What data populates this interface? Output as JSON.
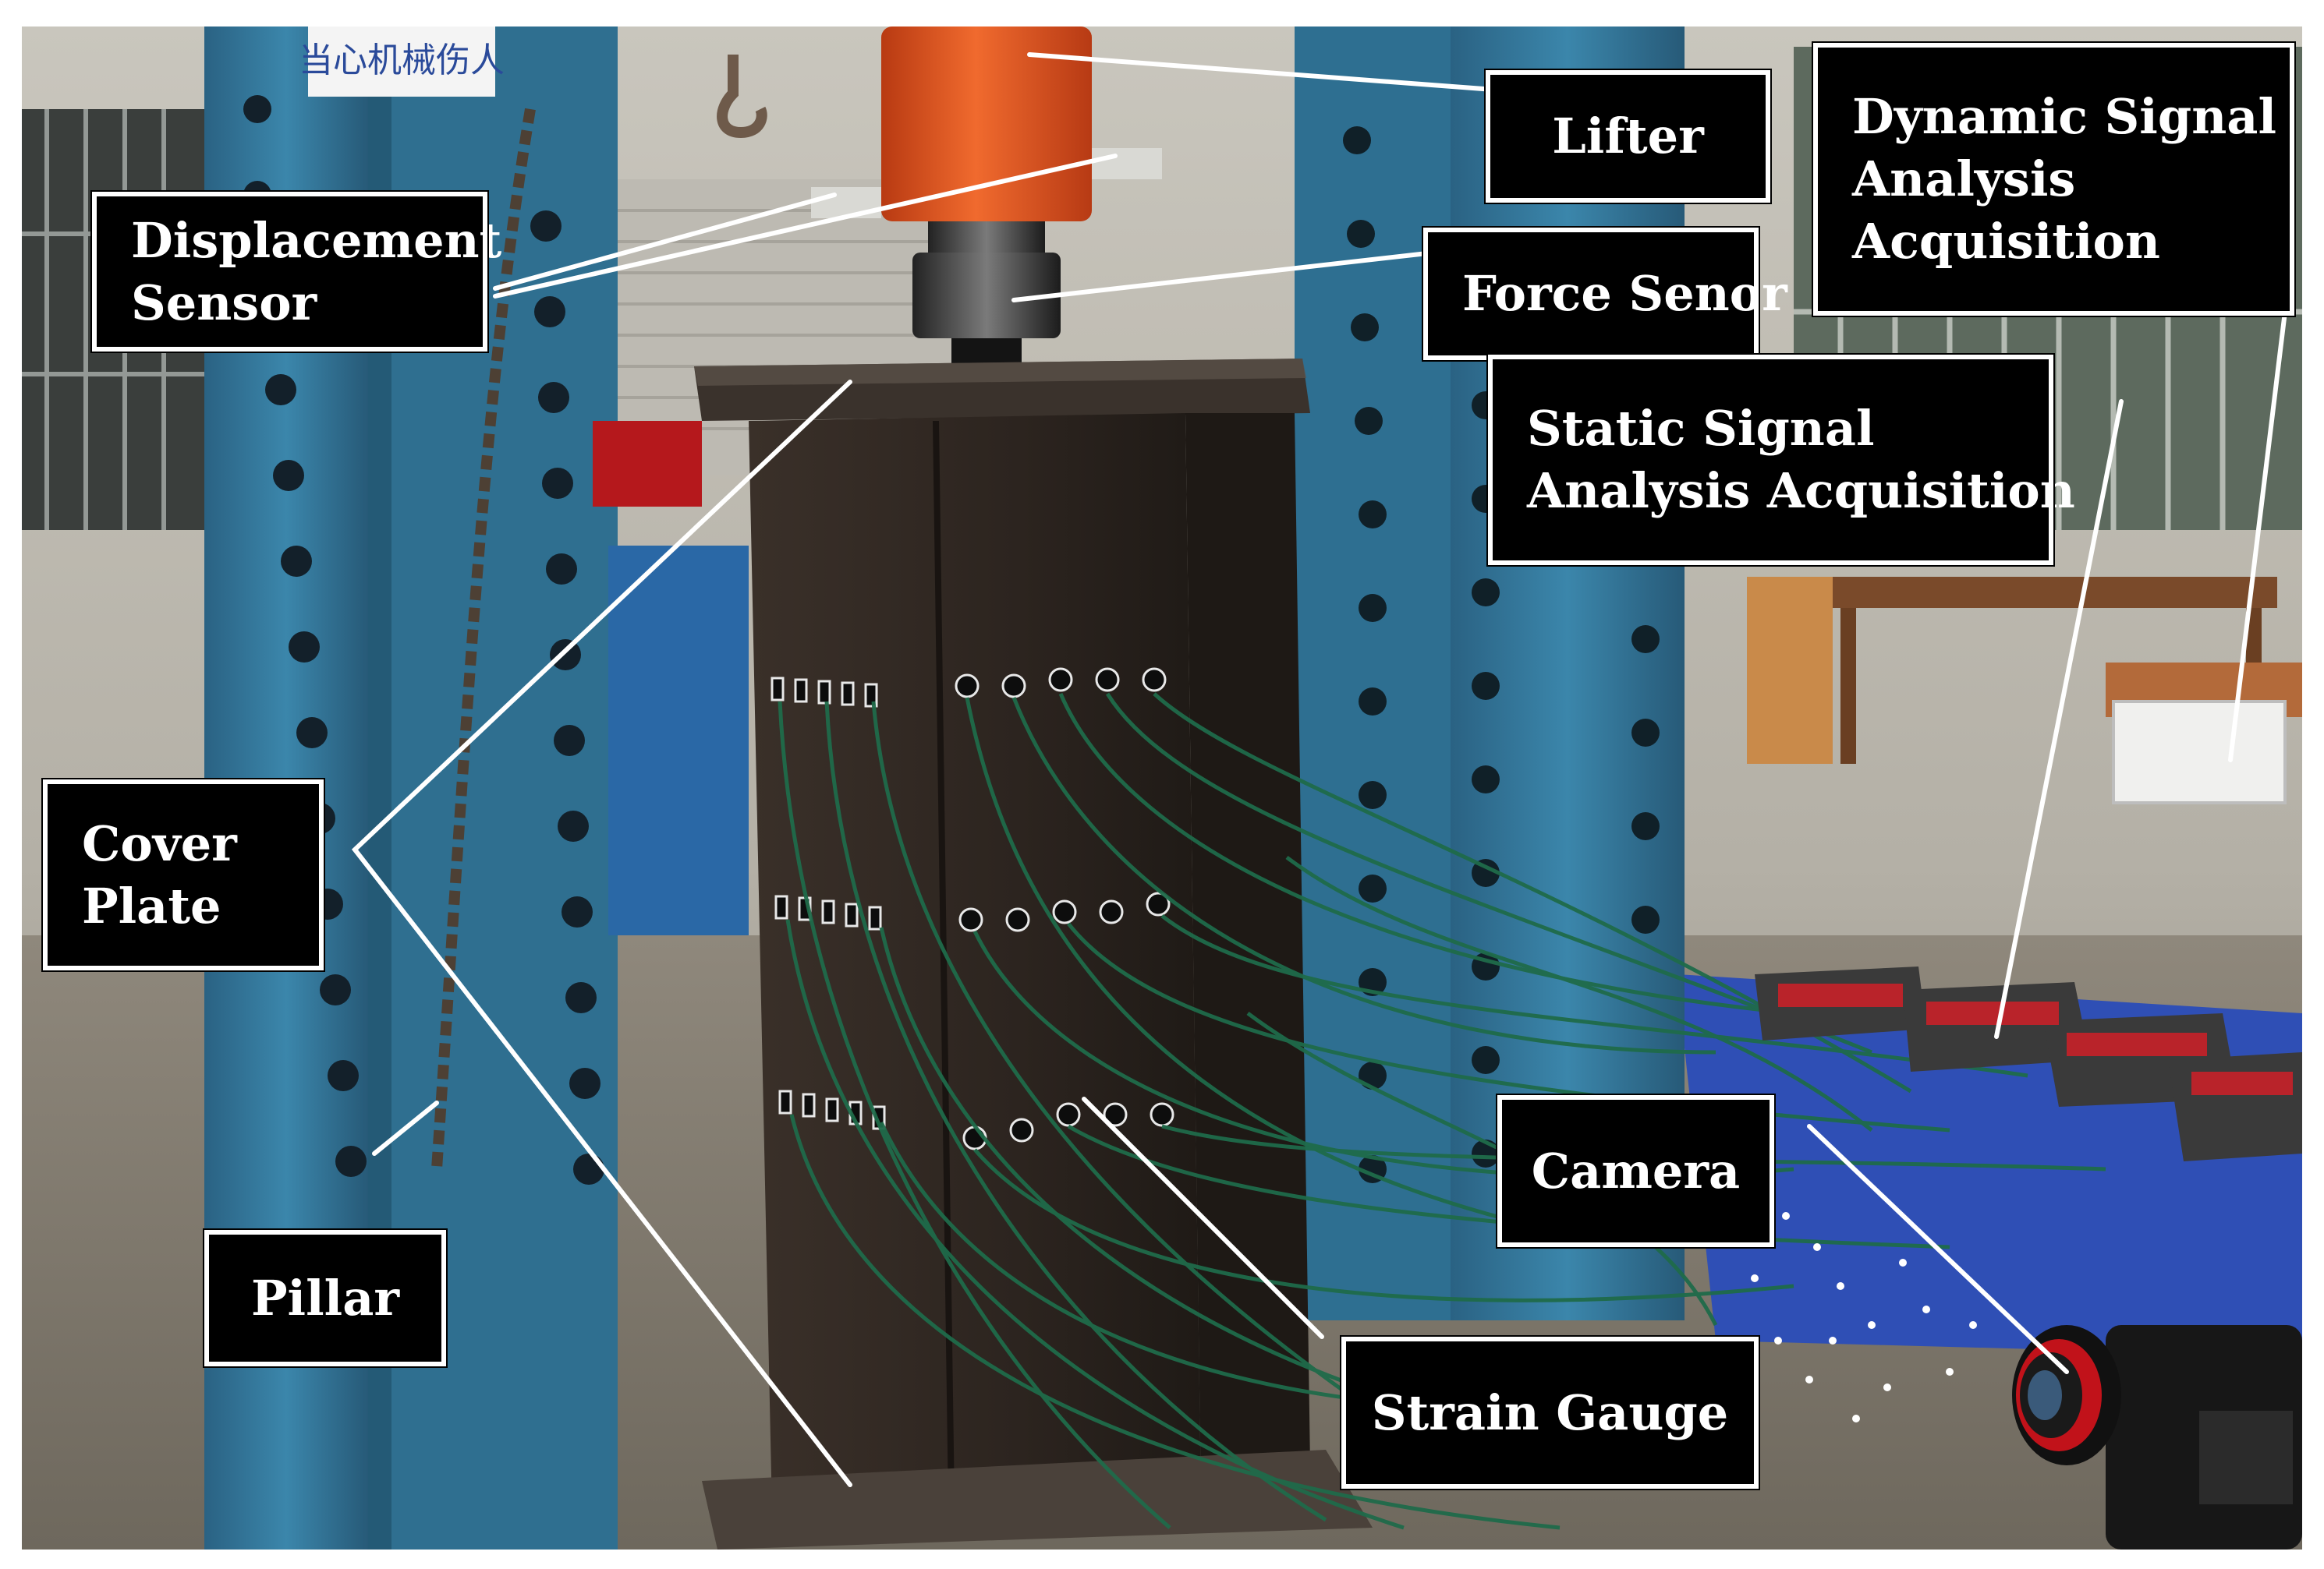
{
  "sign": {
    "text": "当心机械伤人"
  },
  "labels": {
    "displacement_sensor": [
      "Displacement",
      "Sensor"
    ],
    "lifter": [
      "Lifter"
    ],
    "force_sensor": [
      "Force Senor"
    ],
    "dynamic_signal": [
      "Dynamic Signal",
      "Analysis",
      "Acquisition"
    ],
    "static_signal": [
      "Static Signal",
      "Analysis Acquisition"
    ],
    "cover_plate": [
      "Cover",
      "Plate"
    ],
    "camera": [
      "Camera"
    ],
    "pillar": [
      "Pillar"
    ],
    "strain_gauge": [
      "Strain Gauge"
    ]
  },
  "colors": {
    "pillar_blue": "#2f6f90",
    "lifter_orange": "#e8511f",
    "specimen_dark": "#2e2620",
    "wire_green": "#1f6b4a",
    "label_bg": "#000000",
    "label_text": "#ffffff",
    "leader_line": "#ffffff"
  }
}
